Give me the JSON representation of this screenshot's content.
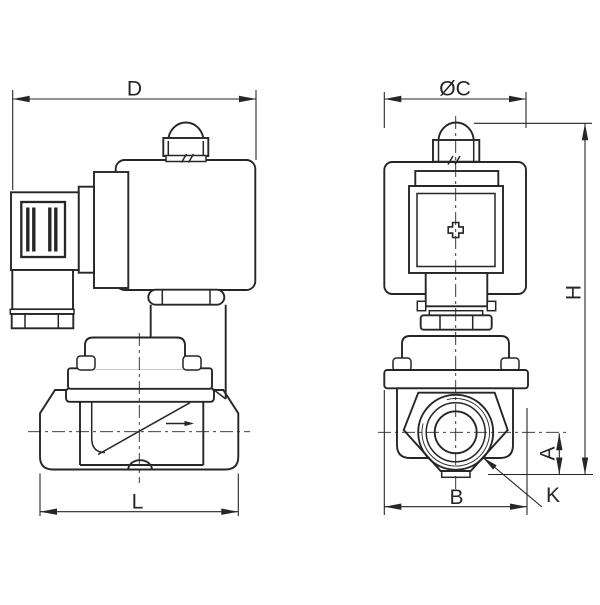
{
  "page": {
    "background": "#ffffff"
  },
  "drawing": {
    "line_color": "#262626",
    "dimensions": {
      "d": "D",
      "c": "ØC",
      "h": "H",
      "l": "L",
      "b": "B",
      "a": "A",
      "k": "K"
    }
  }
}
